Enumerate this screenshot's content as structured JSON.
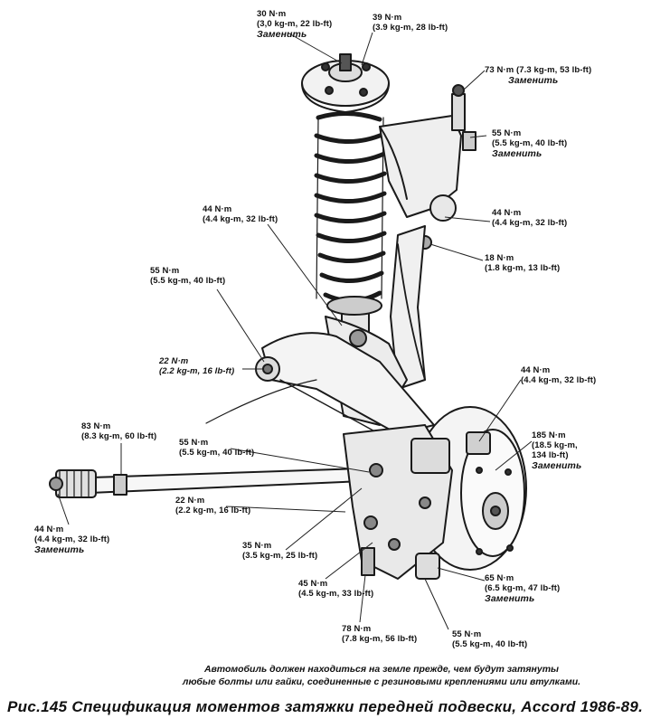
{
  "labels": [
    {
      "id": "l1",
      "nm": "30 N·m",
      "sub": "(3,0 kg-m, 22 lb-ft)",
      "repl": "Заменить"
    },
    {
      "id": "l2",
      "nm": "39 N·m",
      "sub": "(3.9 kg-m, 28 lb-ft)",
      "repl": ""
    },
    {
      "id": "l3",
      "nm": "73 N·m (7.3 kg-m, 53 lb-ft)",
      "sub": "",
      "repl": "Заменить"
    },
    {
      "id": "l4",
      "nm": "55 N·m",
      "sub": "(5.5 kg-m, 40 lb-ft)",
      "repl": "Заменить"
    },
    {
      "id": "l5",
      "nm": "44 N·m",
      "sub": "(4.4 kg-m, 32 lb-ft)",
      "repl": ""
    },
    {
      "id": "l6",
      "nm": "44 N·m",
      "sub": "(4.4 kg-m, 32 lb-ft)",
      "repl": ""
    },
    {
      "id": "l7",
      "nm": "18 N·m",
      "sub": "(1.8 kg-m, 13 lb-ft)",
      "repl": ""
    },
    {
      "id": "l8",
      "nm": "55 N·m",
      "sub": "(5.5 kg-m, 40 lb-ft)",
      "repl": ""
    },
    {
      "id": "l9",
      "nm": "22 N·m",
      "sub": "(2.2 kg-m, 16 lb-ft)",
      "repl": ""
    },
    {
      "id": "l10",
      "nm": "44 N·m",
      "sub": "(4.4 kg-m, 32 lb-ft)",
      "repl": ""
    },
    {
      "id": "l11",
      "nm": "185 N·m",
      "sub": "(18.5 kg-m,",
      "sub2": "134 lb-ft)",
      "repl": "Заменить"
    },
    {
      "id": "l12",
      "nm": "83 N·m",
      "sub": "(8.3 kg-m, 60 lb-ft)",
      "repl": ""
    },
    {
      "id": "l13",
      "nm": "55 N·m",
      "sub": "(5.5 kg-m, 40 lb-ft)",
      "repl": ""
    },
    {
      "id": "l14",
      "nm": "22 N·m",
      "sub": "(2.2 kg-m, 16 lb-ft)",
      "repl": ""
    },
    {
      "id": "l15",
      "nm": "35 N·m",
      "sub": "(3.5 kg-m, 25 lb-ft)",
      "repl": ""
    },
    {
      "id": "l16",
      "nm": "44 N·m",
      "sub": "(4.4 kg-m, 32 lb-ft)",
      "repl": "Заменить"
    },
    {
      "id": "l17",
      "nm": "45 N·m",
      "sub": "(4.5 kg-m, 33 lb-ft)",
      "repl": ""
    },
    {
      "id": "l18",
      "nm": "65 N·m",
      "sub": "(6.5 kg-m, 47 lb-ft)",
      "repl": "Заменить"
    },
    {
      "id": "l19",
      "nm": "78 N·m",
      "sub": "(7.8 kg-m, 56 lb-ft)",
      "repl": ""
    },
    {
      "id": "l20",
      "nm": "55 N·m",
      "sub": "(5.5 kg-m, 40 lb-ft)",
      "repl": ""
    }
  ],
  "note_line1": "Автомобиль должен находиться на земле прежде, чем будут затянуты",
  "note_line2": "любые болты или гайки, соединенные с резиновыми креплениями или втулками.",
  "caption": "Рис.145  Спецификация моментов затяжки передней подвески, Accord  1986-89."
}
